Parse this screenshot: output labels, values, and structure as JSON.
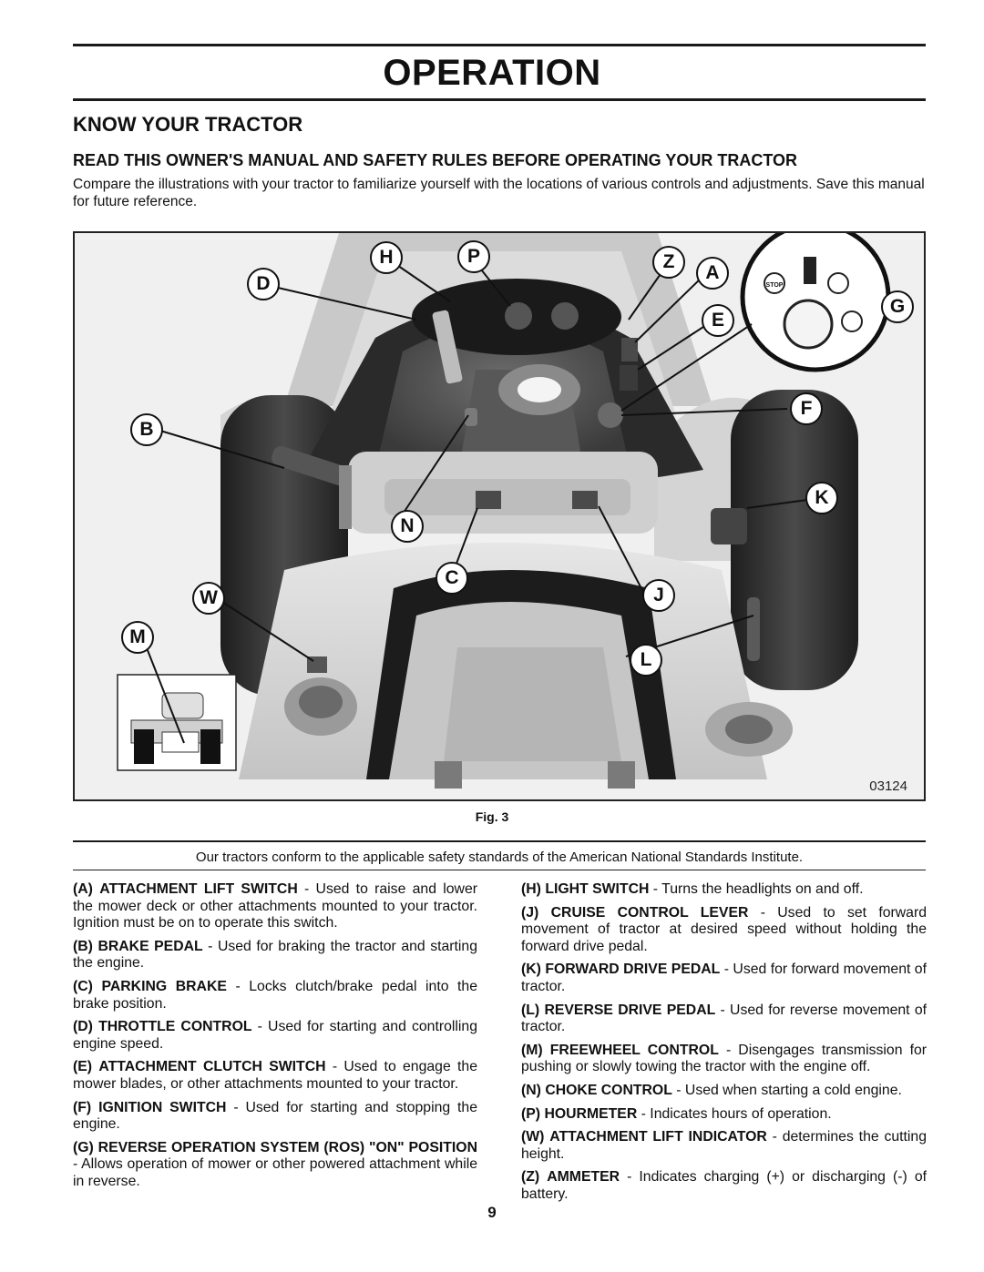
{
  "header": {
    "title": "OPERATION"
  },
  "section": {
    "heading": "KNOW YOUR TRACTOR",
    "subheading": "READ THIS OWNER'S MANUAL AND SAFETY RULES BEFORE OPERATING YOUR TRACTOR",
    "intro": "Compare the illustrations with your tractor to familiarize yourself with the locations of various controls and adjustments. Save this manual for future reference."
  },
  "figure": {
    "callouts": {
      "H": "H",
      "P": "P",
      "Z": "Z",
      "A": "A",
      "D": "D",
      "G": "G",
      "E": "E",
      "F": "F",
      "B": "B",
      "K": "K",
      "N": "N",
      "C": "C",
      "W": "W",
      "J": "J",
      "M": "M",
      "L": "L"
    },
    "switch_labels": {
      "stop": "STOP"
    },
    "part_number": "03124",
    "caption": "Fig. 3"
  },
  "standards_note": "Our tractors conform to the applicable safety standards of the American National Standards Institute.",
  "controls_left": [
    {
      "key": "(A)",
      "name": "ATTACHMENT LIFT SWITCH",
      "desc": " - Used to raise and lower the mower deck or other attachments mounted to your tractor. Ignition must be on to operate this switch."
    },
    {
      "key": "(B)",
      "name": "BRAKE PEDAL",
      "desc": " - Used for braking the tractor and starting the engine."
    },
    {
      "key": "(C)",
      "name": "PARKING BRAKE",
      "desc": " - Locks clutch/brake pedal into the brake position."
    },
    {
      "key": "(D)",
      "name": "THROTTLE CONTROL",
      "desc": " - Used for starting and controlling engine speed."
    },
    {
      "key": "(E)",
      "name": "ATTACHMENT CLUTCH SWITCH",
      "desc": " - Used to engage the mower blades, or other attachments mounted to your tractor."
    },
    {
      "key": "(F)",
      "name": "IGNITION SWITCH",
      "desc": " - Used for starting and stopping the engine."
    },
    {
      "key": "(G)",
      "name": "REVERSE OPERATION SYSTEM (ROS) \"ON\" POSITION",
      "desc": " - Allows operation of mower or other powered attachment while in reverse."
    }
  ],
  "controls_right": [
    {
      "key": "(H)",
      "name": "LIGHT SWITCH",
      "desc": " - Turns the headlights on and off."
    },
    {
      "key": "(J)",
      "name": "CRUISE CONTROL LEVER",
      "desc": " - Used to set forward movement of tractor at desired speed without holding the forward drive pedal."
    },
    {
      "key": "(K)",
      "name": "FORWARD DRIVE PEDAL",
      "desc": " - Used for forward movement of tractor."
    },
    {
      "key": "(L)",
      "name": "REVERSE DRIVE PEDAL",
      "desc": " - Used for reverse movement of tractor."
    },
    {
      "key": "(M)",
      "name": "FREEWHEEL CONTROL",
      "desc": " - Disengages transmission for pushing or slowly towing the tractor with the engine off."
    },
    {
      "key": "(N)",
      "name": "CHOKE CONTROL",
      "desc": " - Used when starting a cold engine."
    },
    {
      "key": "(P)",
      "name": "HOURMETER",
      "desc": " - Indicates hours of operation."
    },
    {
      "key": "(W)",
      "name": "ATTACHMENT LIFT INDICATOR",
      "desc": " - determines the cutting height."
    },
    {
      "key": "(Z)",
      "name": "AMMETER",
      "desc": " - Indicates charging (+) or discharging (-) of battery."
    }
  ],
  "footer": {
    "page_number": "9"
  }
}
